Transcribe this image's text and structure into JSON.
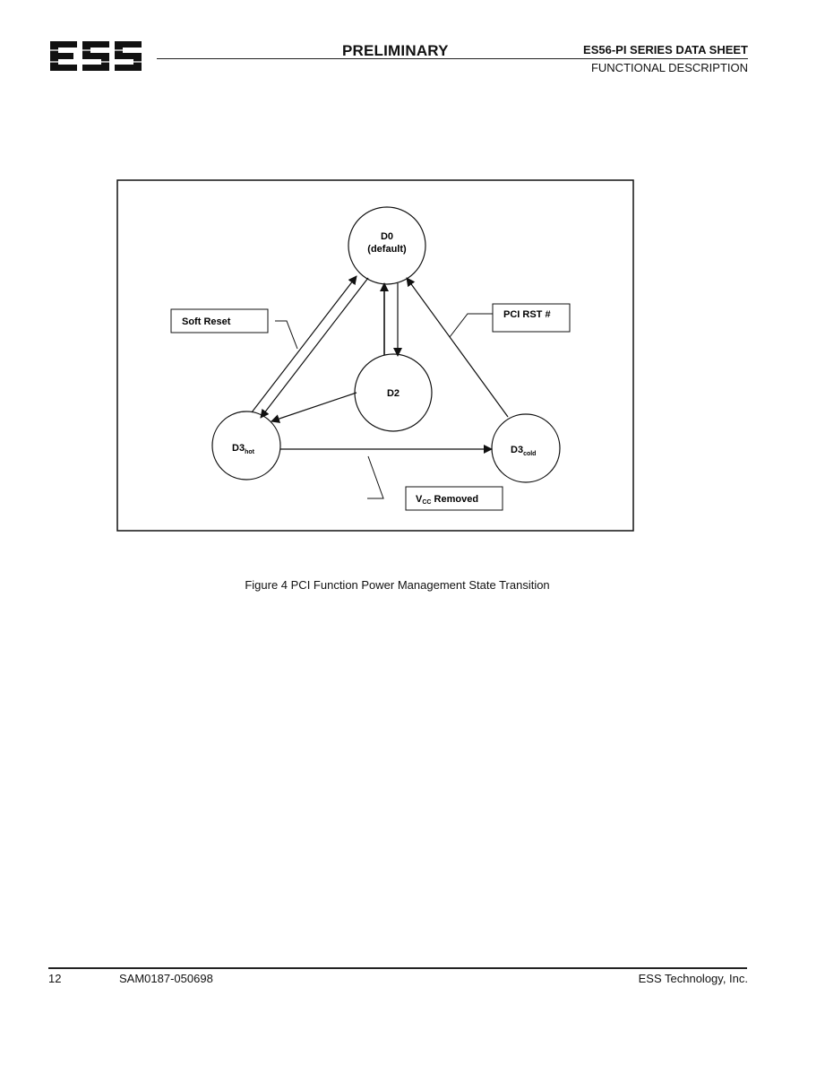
{
  "header": {
    "logo_text": "ESS",
    "preliminary": "PRELIMINARY",
    "doc_title": "ES56-PI SERIES DATA SHEET",
    "section": "FUNCTIONAL DESCRIPTION"
  },
  "figure": {
    "states": {
      "d0_name": "D0",
      "d0_sub": "(default)",
      "d2": "D2",
      "d3hot_main": "D3",
      "d3hot_sub": "hot",
      "d3cold_main": "D3",
      "d3cold_sub": "cold"
    },
    "labels": {
      "soft_reset": "Soft Reset",
      "pci_rst": "PCI RST #",
      "vcc_main": "V",
      "vcc_sub": "CC",
      "vcc_rest": " Removed"
    },
    "caption": "Figure 4  PCI Function Power Management State Transition"
  },
  "footer": {
    "page": "12",
    "doc_number": "SAM0187-050698",
    "company": "ESS Technology, Inc."
  }
}
